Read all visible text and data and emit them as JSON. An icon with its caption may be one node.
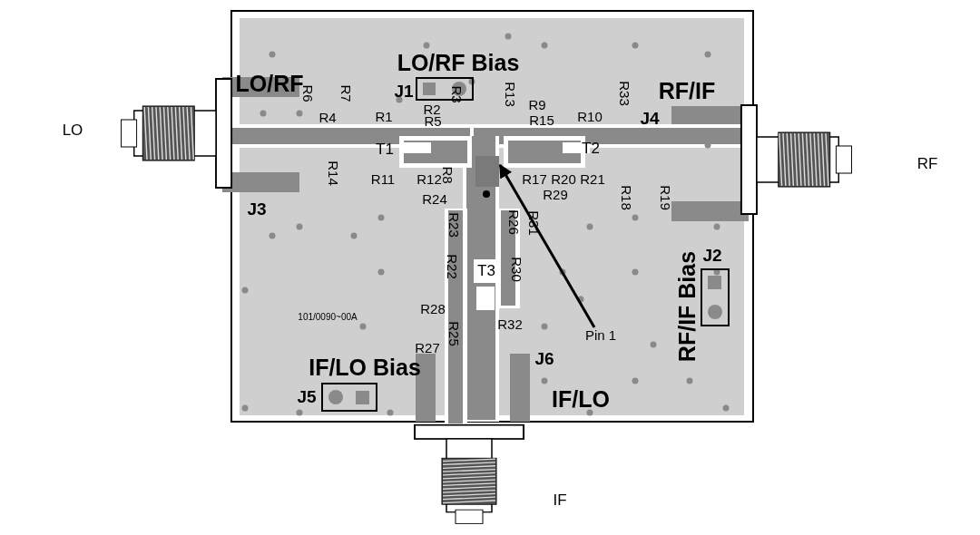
{
  "diagram": {
    "nodes": [
      {
        "text": [
          "Pin 1"
        ]
      },
      {
        "text": [],
        "shape": "box"
      }
    ],
    "edges": [
      {
        "from": 0,
        "to": 1,
        "arrow": "to"
      }
    ],
    "labels": [
      "LO/RF Bias",
      "LO/RF",
      "R6",
      "R7",
      "J1",
      "R3",
      "R13",
      "R33",
      "RF/IF",
      "R2",
      "R9",
      "R4",
      "R1",
      "R5",
      "R15",
      "R10",
      "J4",
      "LO",
      "T1",
      "T2",
      "RF",
      "R14",
      "R11",
      "R12",
      "R8",
      "R17",
      "R20",
      "R21",
      "R24",
      "R29",
      "R18",
      "R19",
      "J3",
      "R23",
      "R26",
      "R31",
      "J2",
      "R22",
      "T3",
      "R30",
      "RF/IF Bias",
      "101/0090~00A",
      "R28",
      "R25",
      "R32",
      "R27",
      "J6",
      "IF/LO Bias",
      "J5",
      "IF/LO",
      "IF"
    ]
  }
}
